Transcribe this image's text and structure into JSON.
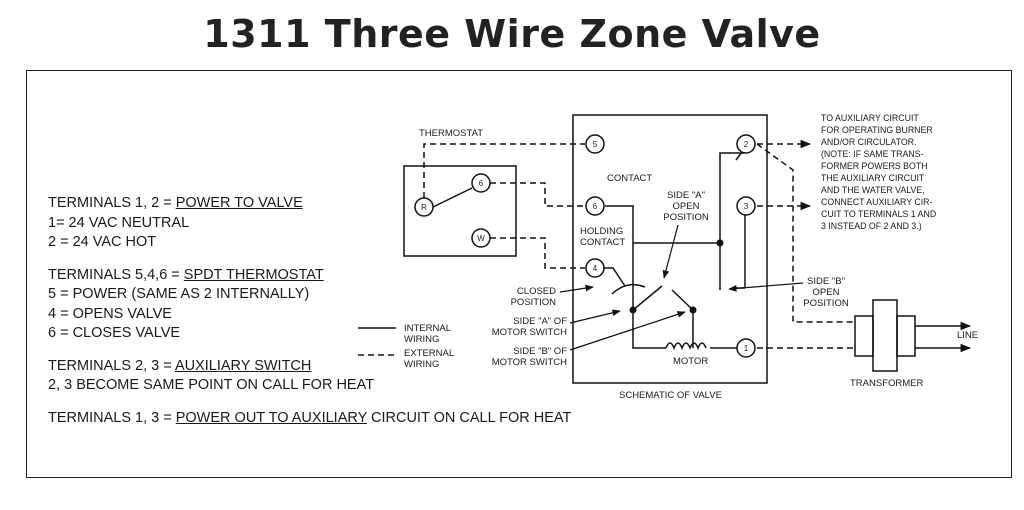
{
  "title": "1311 Three Wire Zone Valve",
  "terminal_notes": [
    {
      "prefix": "TERMINALS 1, 2 = ",
      "emph": "POWER TO VALVE",
      "suffix": ""
    },
    {
      "prefix": "1= 24 VAC NEUTRAL",
      "emph": "",
      "suffix": ""
    },
    {
      "prefix": "2 = 24 VAC HOT",
      "emph": "",
      "suffix": ""
    },
    {
      "prefix": "TERMINALS 5,4,6 = ",
      "emph": "SPDT THERMOSTAT",
      "suffix": ""
    },
    {
      "prefix": "5 = POWER (SAME AS 2 INTERNALLY)",
      "emph": "",
      "suffix": ""
    },
    {
      "prefix": "4 = OPENS VALVE",
      "emph": "",
      "suffix": ""
    },
    {
      "prefix": "6 = CLOSES VALVE",
      "emph": "",
      "suffix": ""
    },
    {
      "prefix": "TERMINALS 2, 3 = ",
      "emph": "AUXILIARY SWITCH",
      "suffix": ""
    },
    {
      "prefix": "2, 3 BECOME SAME POINT ON CALL FOR HEAT",
      "emph": "",
      "suffix": ""
    },
    {
      "prefix": "TERMINALS 1, 3 = ",
      "emph": "POWER OUT TO AUXILIARY",
      "suffix": " CIRCUIT ON CALL FOR HEAT"
    }
  ],
  "labels": {
    "thermostat": "THERMOSTAT",
    "contact": "CONTACT",
    "side_a_open": [
      "SIDE \"A\"",
      "OPEN",
      "POSITION"
    ],
    "holding_contact": [
      "HOLDING",
      "CONTACT"
    ],
    "closed_position": [
      "CLOSED",
      "POSITION"
    ],
    "side_a_motor_switch": [
      "SIDE \"A\" OF",
      "MOTOR SWITCH"
    ],
    "side_b_motor_switch": [
      "SIDE \"B\" OF",
      "MOTOR SWITCH"
    ],
    "motor": "MOTOR",
    "schematic_of_valve": "SCHEMATIC OF VALVE",
    "side_b_open": [
      "SIDE \"B\"",
      "OPEN",
      "POSITION"
    ],
    "transformer": "TRANSFORMER",
    "line": "LINE",
    "internal_wiring": [
      "INTERNAL",
      "WIRING"
    ],
    "external_wiring": [
      "EXTERNAL",
      "WIRING"
    ],
    "auxiliary_note": [
      "TO AUXILIARY CIRCUIT",
      "FOR OPERATING BURNER",
      "AND/OR CIRCULATOR.",
      "(NOTE: IF SAME TRANS-",
      "FORMER POWERS BOTH",
      "THE AUXILIARY CIRCUIT",
      "AND THE WATER VALVE,",
      "CONNECT AUXILIARY CIR-",
      "CUIT TO TERMINALS 1 AND",
      "3 INSTEAD OF 2 AND 3.)"
    ]
  },
  "terminals": {
    "t5": "5",
    "t6": "6",
    "t4": "4",
    "t2": "2",
    "t3": "3",
    "t1": "1",
    "thermo_r": "R",
    "thermo_6": "6",
    "thermo_w": "W"
  }
}
